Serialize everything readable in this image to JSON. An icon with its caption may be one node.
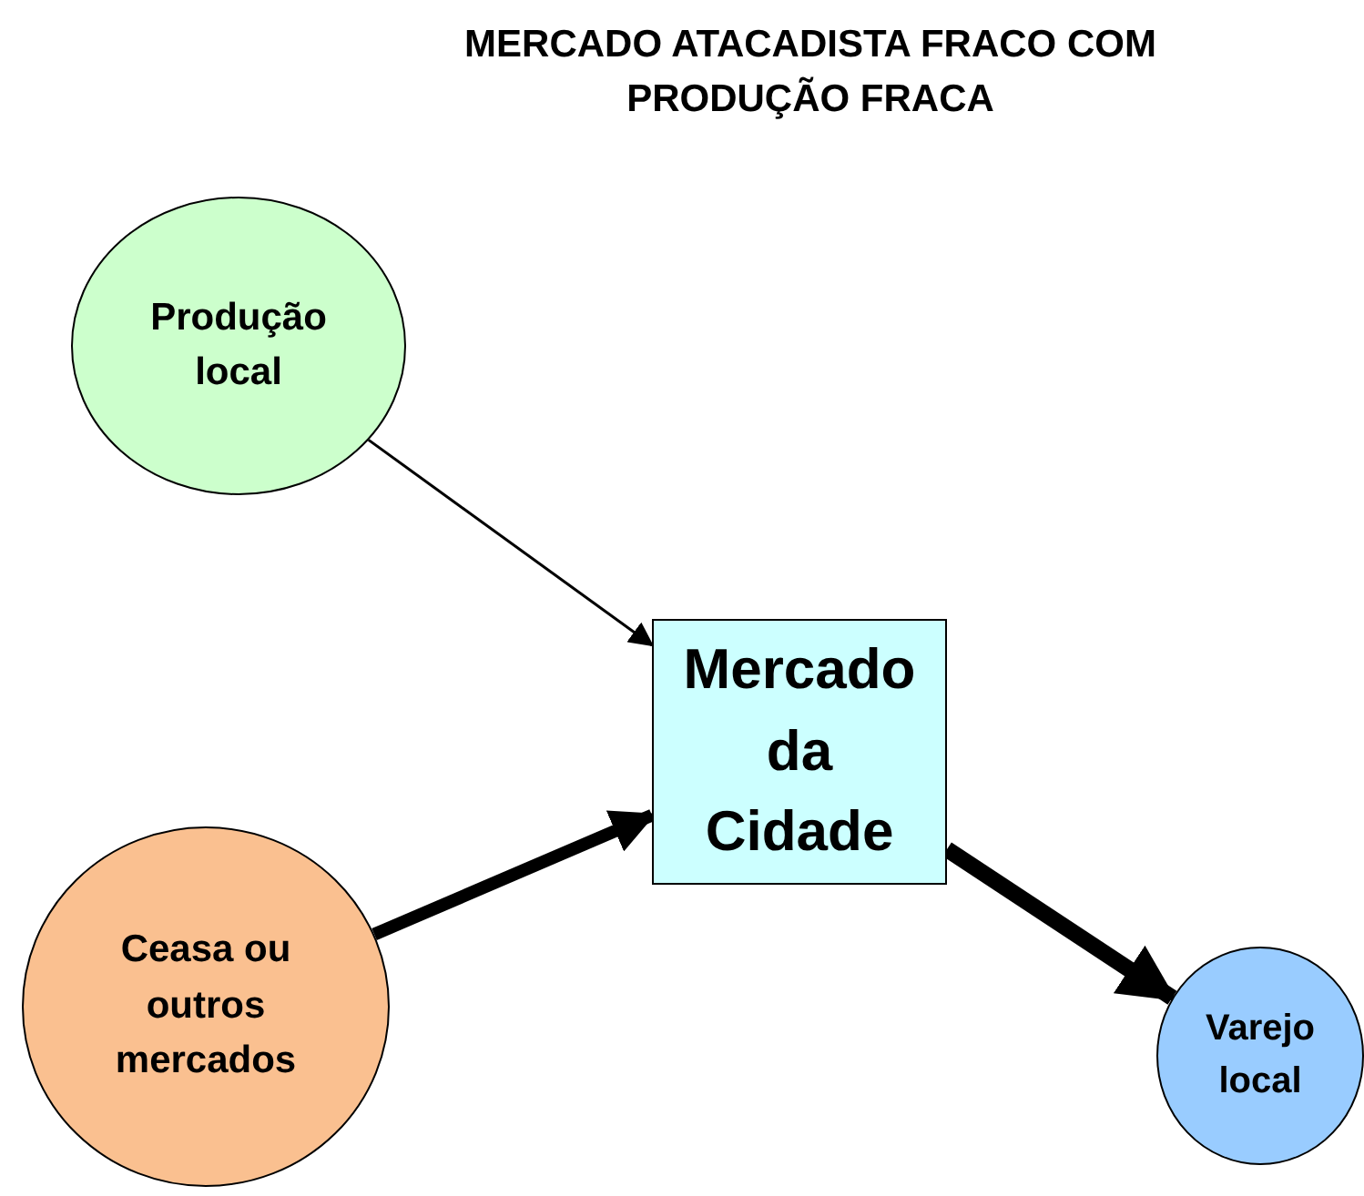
{
  "diagram": {
    "title": "MERCADO ATACADISTA FRACO COM PRODUÇÃO FRACA",
    "nodes": [
      {
        "text": [
          "Produção local"
        ]
      },
      {
        "text": [
          "Mercado da Cidade"
        ]
      },
      {
        "text": [
          "Ceasa ou outros mercados"
        ]
      },
      {
        "text": [
          "Varejo local"
        ]
      }
    ],
    "edges": [
      {
        "from": 0,
        "to": 1,
        "arrow": "to"
      },
      {
        "from": 2,
        "to": 1,
        "arrow": "to"
      },
      {
        "from": 1,
        "to": 3,
        "arrow": "to"
      }
    ]
  }
}
